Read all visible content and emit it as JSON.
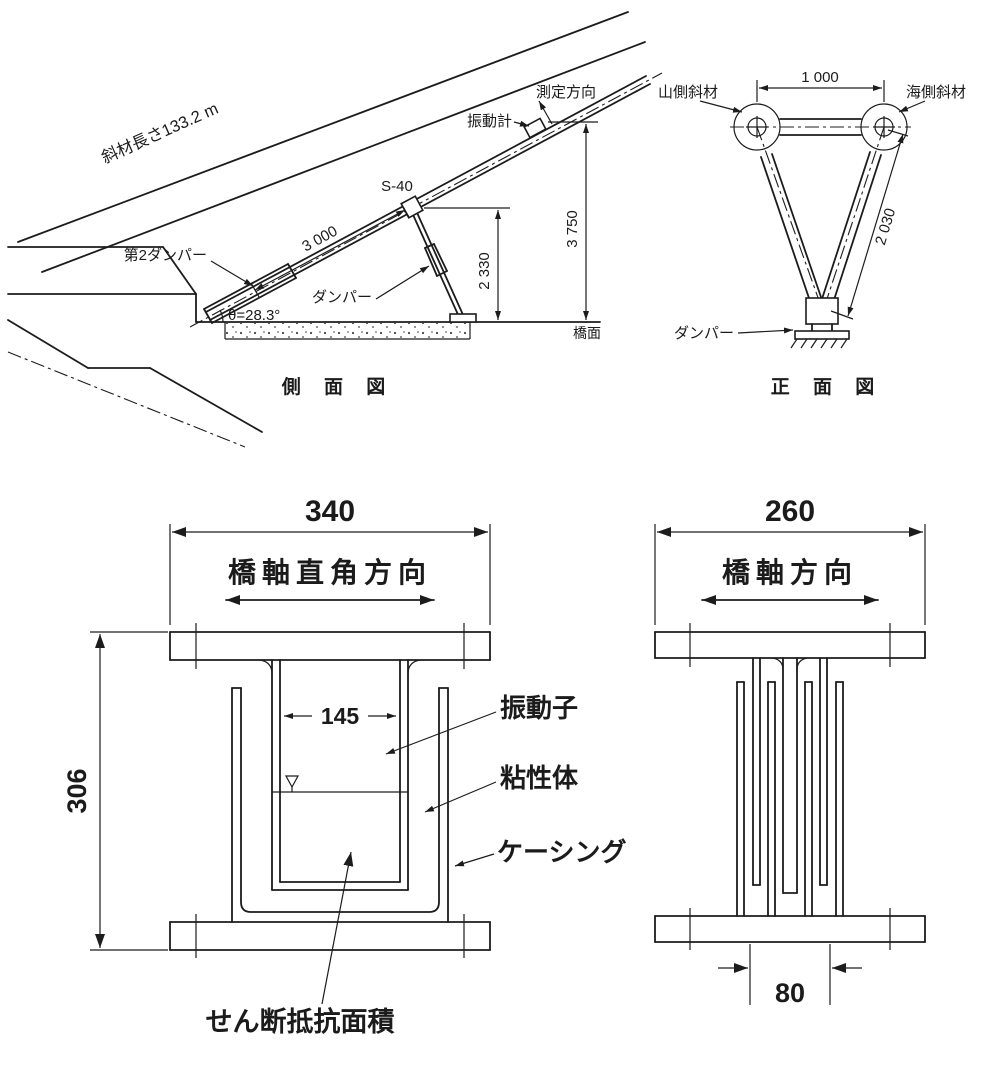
{
  "figure": {
    "side_view": {
      "title": "側 面 図",
      "cable_length": "斜材長さ133.2 m",
      "measure_direction": "測定方向",
      "vibrometer": "振動計",
      "s40": "S-40",
      "dim_3000": "3 000",
      "second_damper": "第2ダンパー",
      "damper": "ダンパー",
      "angle": "θ=28.3°",
      "dim_2330": "2 330",
      "dim_3750": "3 750",
      "deck": "橋面"
    },
    "front_view": {
      "title": "正 面 図",
      "dim_1000": "1 000",
      "mountain_side_cable": "山側斜材",
      "sea_side_cable": "海側斜材",
      "dim_2030": "2 030",
      "damper": "ダンパー"
    },
    "section_transverse": {
      "dim_340": "340",
      "direction": "橋軸直角方向",
      "dim_145": "145",
      "dim_306": "306",
      "vibrator": "振動子",
      "viscous_body": "粘性体",
      "casing": "ケーシング",
      "shear_area": "せん断抵抗面積"
    },
    "section_longitudinal": {
      "dim_260": "260",
      "direction": "橋軸方向",
      "dim_80": "80"
    }
  },
  "colors": {
    "ink": "#1c1c1c",
    "paper": "#ffffff"
  }
}
